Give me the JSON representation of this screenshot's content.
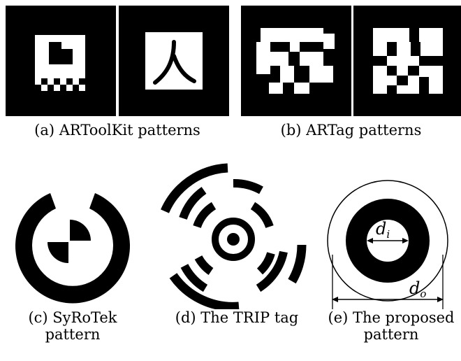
{
  "captions": {
    "a": "(a) ARToolKit patterns",
    "b": "(b) ARTag patterns",
    "c_line1": "(c) SyRoTek",
    "c_line2": "pattern",
    "d": "(d) The TRIP tag",
    "e_line1": "(e) The proposed",
    "e_line2": "pattern"
  },
  "dimension_labels": {
    "inner": "d",
    "inner_sub": "i",
    "outer": "d",
    "outer_sub": "o"
  },
  "colors": {
    "ink": "#000000",
    "paper": "#ffffff"
  }
}
